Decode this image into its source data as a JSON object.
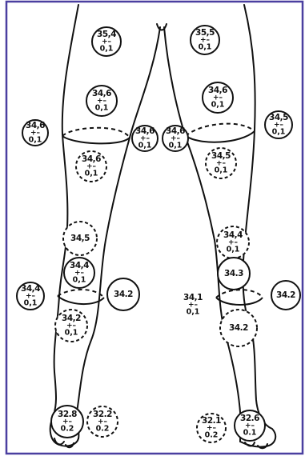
{
  "colors": {
    "border": "#4a3fa0",
    "ink": "#111111",
    "background": "#ffffff"
  },
  "plus_minus": "+–",
  "readings": [
    {
      "id": "upper-thigh-left",
      "value": "35,4",
      "unc": "0,1",
      "style": "solid"
    },
    {
      "id": "upper-thigh-right",
      "value": "35,5",
      "unc": "0,1",
      "style": "solid"
    },
    {
      "id": "mid-thigh-left",
      "value": "34,6",
      "unc": "0,1",
      "style": "solid"
    },
    {
      "id": "mid-thigh-right",
      "value": "34,6",
      "unc": "0,1",
      "style": "solid"
    },
    {
      "id": "knee-outer-left",
      "value": "34,6",
      "unc": "0,1",
      "style": "solid"
    },
    {
      "id": "knee-outer-right",
      "value": "34,5",
      "unc": "0,1",
      "style": "solid"
    },
    {
      "id": "knee-inner-left",
      "value": "34,6",
      "unc": "0,1",
      "style": "solid"
    },
    {
      "id": "knee-inner-right",
      "value": "34,6",
      "unc": "0,1",
      "style": "solid"
    },
    {
      "id": "back-knee-left",
      "value": "34,6",
      "unc": "0,1",
      "style": "dashed"
    },
    {
      "id": "back-knee-right",
      "value": "34,5",
      "unc": "0,1",
      "style": "dashed"
    },
    {
      "id": "upper-shin-left",
      "value": "34,5",
      "unc": "",
      "style": "dashed"
    },
    {
      "id": "upper-shin-right",
      "value": "34,4",
      "unc": "0,1",
      "style": "dashed"
    },
    {
      "id": "mid-shin-left",
      "value": "34,4",
      "unc": "0,1",
      "style": "solid"
    },
    {
      "id": "mid-shin-right",
      "value": "34.3",
      "unc": "",
      "style": "solid"
    },
    {
      "id": "outer-calf-left",
      "value": "34,4",
      "unc": "0,1",
      "style": "solid"
    },
    {
      "id": "inner-calf-left",
      "value": "34.2",
      "unc": "",
      "style": "solid"
    },
    {
      "id": "inner-calf-right",
      "value": "34,1",
      "unc": "0,1",
      "style": "none"
    },
    {
      "id": "outer-calf-right",
      "value": "34.2",
      "unc": "",
      "style": "solid"
    },
    {
      "id": "lower-calf-left",
      "value": "34,2",
      "unc": "0,1",
      "style": "dashed"
    },
    {
      "id": "lower-calf-right",
      "value": "34.2",
      "unc": "",
      "style": "dashed"
    },
    {
      "id": "foot-left",
      "value": "32.8",
      "unc": "0.2",
      "style": "solid"
    },
    {
      "id": "foot-left-side",
      "value": "32.2",
      "unc": "0.2",
      "style": "dashed"
    },
    {
      "id": "foot-right-side",
      "value": "32.1",
      "unc": "0.2",
      "style": "dashed"
    },
    {
      "id": "foot-right",
      "value": "32.6",
      "unc": "0.1",
      "style": "solid"
    }
  ]
}
